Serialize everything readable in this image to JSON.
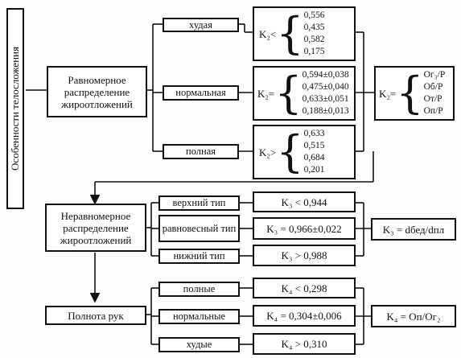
{
  "title": "Особенности телосложения",
  "uniform": "Равномерное распределение жироотложений",
  "nonuniform": "Неравномерное распределение жироотложений",
  "arms": "Полнота рук",
  "uniform_types": [
    "худая",
    "нормальная",
    "полная"
  ],
  "k2_thin": {
    "label": "K₂<",
    "values": [
      "0,556",
      "0,435",
      "0,582",
      "0,175"
    ]
  },
  "k2_normal": {
    "label": "K₂=",
    "values": [
      "0,594±0,038",
      "0,475±0,040",
      "0,633±0,051",
      "0,188±0,013"
    ]
  },
  "k2_full": {
    "label": "K₂>",
    "values": [
      "0,633",
      "0,515",
      "0,684",
      "0,201"
    ]
  },
  "k2_formula": {
    "label": "K₂=",
    "values": [
      "Ог₃/Р",
      "Об/Р",
      "От/Р",
      "Оп/Р"
    ]
  },
  "nonuniform_types": [
    "верхний тип",
    "равновесный тип",
    "нижний тип"
  ],
  "k3_values": [
    "K₃ < 0,944",
    "K₃ = 0,966±0,022",
    "K₃ > 0,988"
  ],
  "k3_formula": "K₃ = dбед/dпл",
  "arms_types": [
    "полные",
    "нормальные",
    "худые"
  ],
  "k4_values": [
    "K₄ < 0,298",
    "K₄ = 0,304±0,006",
    "K₄ > 0,310"
  ],
  "k4_formula": "K₄ = Оп/Ог₂"
}
